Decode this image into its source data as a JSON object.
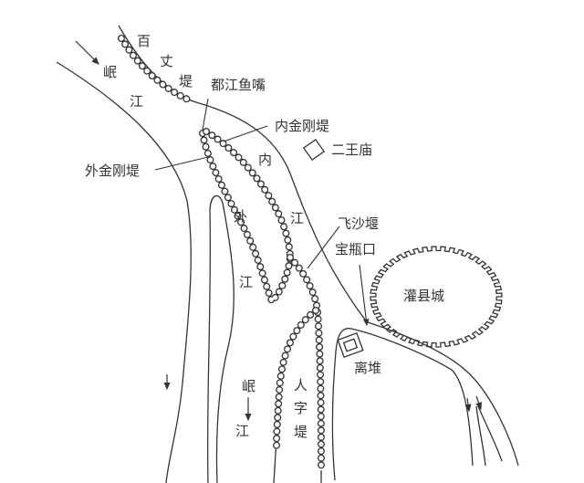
{
  "labels": {
    "baizhangdi": [
      "百",
      "丈",
      "堤"
    ],
    "minjiang_top": [
      "岷",
      "江"
    ],
    "dujiang_yuzui": "都江鱼嘴",
    "nei_jingangdi": "内金刚堤",
    "erwang_miao": "二王庙",
    "neijiang": [
      "内",
      "江"
    ],
    "wai_jingangdi": "外金刚堤",
    "waijiang": [
      "外",
      "江"
    ],
    "feishayan": "飞沙堰",
    "baopingkou": "宝瓶口",
    "guanxian_cheng": "灌县城",
    "lidui": "离堆",
    "minjiang_bottom": [
      "岷",
      "江"
    ],
    "renzidi": [
      "人",
      "字",
      "堤"
    ]
  },
  "colors": {
    "ink": "#333333",
    "background": "#ffffff"
  }
}
